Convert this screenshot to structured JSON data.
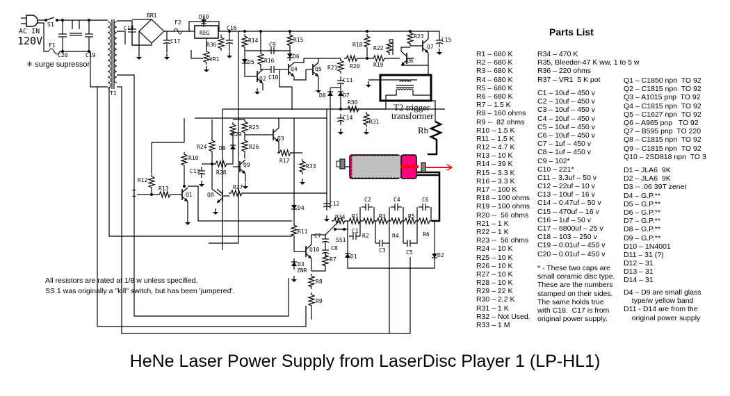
{
  "title": "HeNe Laser Power Supply from LaserDisc Player 1 (LP-HL1)",
  "parts_list": {
    "heading": "Parts List",
    "col1": [
      "R1 – 680 K",
      "R2 – 680 K",
      "R3 – 680 K",
      "R4 – 680 K",
      "R5 – 680 K",
      "R6 – 680 K",
      "R7 – 1.5 K",
      "R8 – 160 ohms",
      "R9 --  82 ohms",
      "R10 – 1.5 K",
      "R11 – 1.5 K",
      "R12 – 4.7 K",
      "R13 – 10 K",
      "R14 – 39 K",
      "R15 – 3.3 K",
      "R16 – 3.3 K",
      "R17 – 100 K",
      "R18 – 100 ohms",
      "R19 – 100 ohms",
      "R20 --  56 ohms",
      "R21 – 1 K",
      "R22 – 1 K",
      "R23 --  56 ohms",
      "R24 – 10 K",
      "R25 – 10 K",
      "R26 – 10 K",
      "R27 – 10 K",
      "R28 – 10 K",
      "R29 – 22 K",
      "R30 – 2.2 K",
      "R31 – 1 K",
      "R32 – Not Used.",
      "R33 – 1 M"
    ],
    "col2a": [
      "R34 – 470 K",
      "R35, Bleeder-47 K ww, 1 to 5 w",
      "R36 – 220 ohms",
      "R37 – VR1  5 K pot"
    ],
    "col2b": [
      "C1 – 10uf – 450 v",
      "C2 – 10uf – 450 v",
      "C3 – 10uf – 450 v",
      "C4 – 10uf – 450 v",
      "C5 – 10uf – 450 v",
      "C6 – 10uf – 450 v",
      "C7 – 1uf – 450 v",
      "C8 – 1uf – 450 v",
      "C9 – 102*",
      "C10 – 221*",
      "C11 – 3.3uf – 50 v",
      "C12 – 22uf – 10 v",
      "C13 – 10uf – 16 v",
      "C14 – 0.47uf – 50 v",
      "C15 – 470uf – 16 v",
      "C16 – 1uf – 50 v",
      "C17 – 6800uf – 25 v",
      "C18 – 103 – 250 v",
      "C19 – 0.01uf – 450 v",
      "C20 – 0.01uf – 450 v"
    ],
    "col2note": [
      "* - These two caps are",
      "small ceramic disc type.",
      "These are the numbers",
      "stamped on their sides.",
      "The same holds true",
      "with C18.  C17 is from",
      "original power supply."
    ],
    "col3a": [
      "Q1 – C1850 npn  TO 92",
      "Q2 – C1815 npn  TO 92",
      "Q3 – A1015 pnp  TO 92",
      "Q4 – C1815 npn  TO 92",
      "Q5 – C1627 npn  TO 92",
      "Q6 – A965 pnp   TO 92",
      "Q7 – B595 pnp  TO 220",
      "Q8 – C1815 npn  TO 92",
      "Q9 – C1815 npn  TO 92",
      "Q10 – 2SD818 npn  TO 3"
    ],
    "col3b": [
      "D1 – JLA6  9K",
      "D2 – JLA6  9K",
      "D3 -- .06 39T zener",
      "D4 – G.P.**",
      "D5 – G.P.**",
      "D6 – G.P.**",
      "D7 – G.P.**",
      "D8 – G.P.**",
      "D9 – G.P.**",
      "D10 – 1N4001",
      "D11 – 31 (?)",
      "D12 – 31",
      "D13 – 31",
      "D14 – 31"
    ],
    "col3note": [
      "D4 – D9 are small glass",
      "    type/w yellow band",
      "D11 - D14 are from the",
      "    original power supply"
    ]
  },
  "notes": [
    "All resistors are rated at 1/8 w unless specified.",
    "SS 1 was originally a \"kill\" switch, but has been 'jumpered'."
  ],
  "schematic": {
    "ac_in": "AC IN",
    "voltage": "120V",
    "surge_note": "✳ surge supressor",
    "t2_label_1": "T2 trigger",
    "t2_label_2": "transformer",
    "rb": "Rb",
    "input_label": "I",
    "labels": {
      "S1": "S1",
      "F1": "F1",
      "C20": "C20",
      "C19": "C19",
      "T1": "T1",
      "BR1": "BR1",
      "C18": "C18",
      "C17": "C17",
      "F2": "F2",
      "D10": "D10",
      "REG": "REG",
      "R36": "R36",
      "VR1": "VR1",
      "C16": "C16",
      "R14": "R14",
      "R15": "R15",
      "C9": "C9",
      "D5": "D5",
      "D6": "D6",
      "R16": "R16",
      "C10": "C10",
      "Q2": "Q2",
      "Q4": "Q4",
      "Q5": "Q5",
      "R21": "R21",
      "C11": "C11",
      "D8": "D8",
      "D7": "D7",
      "R20": "R20",
      "R18": "R18",
      "R19": "R19",
      "R22": "R22",
      "Q6": "Q6",
      "R23": "R23",
      "Q7": "Q7",
      "C15": "C15",
      "R30": "R30",
      "C14": "C14",
      "R31": "R31",
      "R29": "R29",
      "R25": "R25",
      "Q3": "Q3",
      "R24": "R24",
      "D9": "D9",
      "R26": "R26",
      "R17": "R17",
      "R33": "R33",
      "R10": "R10",
      "C13": "C13",
      "R28": "R28",
      "Q9": "Q9",
      "R12": "R12",
      "R13": "R13",
      "Q1": "Q1",
      "Q8": "Q8",
      "R27": "R27",
      "D4": "D4",
      "C12": "C12",
      "R11": "R11",
      "Q10": "Q10",
      "D3": "D3",
      "ZNR": "ZNR",
      "C7": "C7",
      "C8": "C8",
      "R7": "R7",
      "R8": "R8",
      "R9": "R9",
      "R34": "R34",
      "SS1": "SS1",
      "R1": "R1",
      "R2": "R2",
      "R3": "R3",
      "R4": "R4",
      "R5": "R5",
      "R6": "R6",
      "C1": "C1",
      "C2": "C2",
      "C3": "C3",
      "C4": "C4",
      "C5": "C5",
      "C6": "C6",
      "D1": "D1",
      "D2": "D2"
    }
  },
  "colors": {
    "laser_tube": "#c0c0c0",
    "laser_cap": "#ff007f",
    "beam": "#ff0000",
    "ink": "#000000"
  }
}
